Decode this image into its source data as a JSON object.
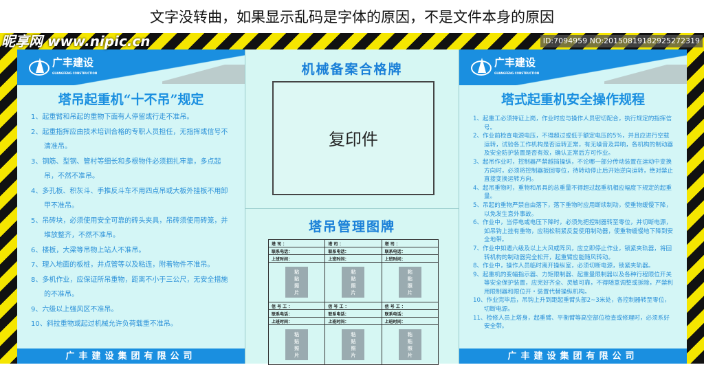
{
  "notice": "文字没转曲，如果显示乱码是字体的原因，不是文件本身的原因",
  "logo": {
    "name": "广丰建设",
    "en": "GUANGFENG CONSTRUCTION"
  },
  "left": {
    "title": "塔吊起重机“十不吊”规定",
    "items": [
      "1、起重臂和吊起的重物下面有人停留或行走不准吊。",
      "2、起重指挥应由技术培训合格的专职人员担任，无指挥或信号不清准吊。",
      "3、钢筋、型钢、管村等细长和多根物件必须捆扎牢靠，多点起吊，不然不准吊。",
      "4、多孔板、积灰斗、手推反斗车不用四点吊或大板外挂板不用卸甲不准吊。",
      "5、吊砖块，必须使用安全可靠的砖头夹具，吊砖须使用砖笼，并堆放整齐，不然不准吊。",
      "6、楼板，大梁等吊物上站人不准吊。",
      "7、理入地面的板桩，井点管等以及粘连，附着物件不准吊。",
      "8、多机作业，应保证所吊重物，距离不小于三公尺，无安全措施的不准吊。",
      "9、六级以上强风区不准吊。",
      "10、斜拉重物或起过机械允许负荷载重不准吊。"
    ],
    "footer": "广丰建设集团有限公司"
  },
  "middle": {
    "title1": "机械备案合格牌",
    "copy": "复印件",
    "title2": "塔吊管理图牌",
    "rows": [
      {
        "a": "塔 司 ：",
        "b": "联系电话：",
        "c": "上班时间："
      },
      {
        "a": "信 号 工 ：",
        "b": "联系电话：",
        "c": "上班时间："
      }
    ],
    "photo": "粘贴照片"
  },
  "right": {
    "title": "塔式起重机安全操作规程",
    "items": [
      "1、起重工必须持证上岗，作业时应与操作人员密切配合，执行规定的指挥信号。",
      "2、作业前检查电源电压，不得超过或低于额定电压的5%，并且应进行空载运转，试验各工作机构是否运转正常，有无噪音及异响，各机构的制动器及安全防护装置是否有效，确认正常后方可作业。",
      "3、起吊作业时，控制器严禁越挡操纵，不论哪一部分传动装置在运动中变换方向时，必须将控制器扳回零位，待转动停止后开始逆向运转，绝对禁止直接变换运转方向。",
      "4、起吊重物时，重物和吊具的总重量不得超过起重机相应幅度下规定的起重量。",
      "5、吊起的重物严禁自由落下，落下重物时应用断续制动，使重物缓慢下降，以免发生意外事故。",
      "6、作业中，当停电或电压下降时，必须先把控制器转至零位，并切断电源，如吊钩上挂有重物，应稍松稍紧反复使用制动器，使重物缓慢地下降到安全地带。",
      "7、作业中如遇六级及以上大风或阵风，应立即停止作业，锁紧夹轨器，将回转机构的制动器完全松开，起重臂应能随风转动。",
      "8、作业中，操作人员临时离开操纵室，必须切断电源，锁紧夹轨器。",
      "9、起重机的变幅指示器、力矩限制器、起重量限制器以及各种行程限位开关等安全保护装置，应完好齐全、灵敏可靠，不得随意调整或拆除，严禁利用限制器和限位开・装置代替操纵机构。",
      "10、作业完毕后，吊钩上升到距起重臂头部2~3米处，各控制器转至零位，切断电源。",
      "11、检修人员上塔身，起重臂、平衡臂等高空部位检查或修理时，必须系好安全带。"
    ],
    "footer": "广丰建设集团有限公司"
  },
  "watermark": {
    "site": "昵享网 www.nipic.cn",
    "id": "ID:7094959 NO:20150819182925272319"
  },
  "colors": {
    "brand_blue": "#1a8fe0",
    "panel": "#d4f6f6",
    "stripe_yellow": "#f5e600"
  }
}
